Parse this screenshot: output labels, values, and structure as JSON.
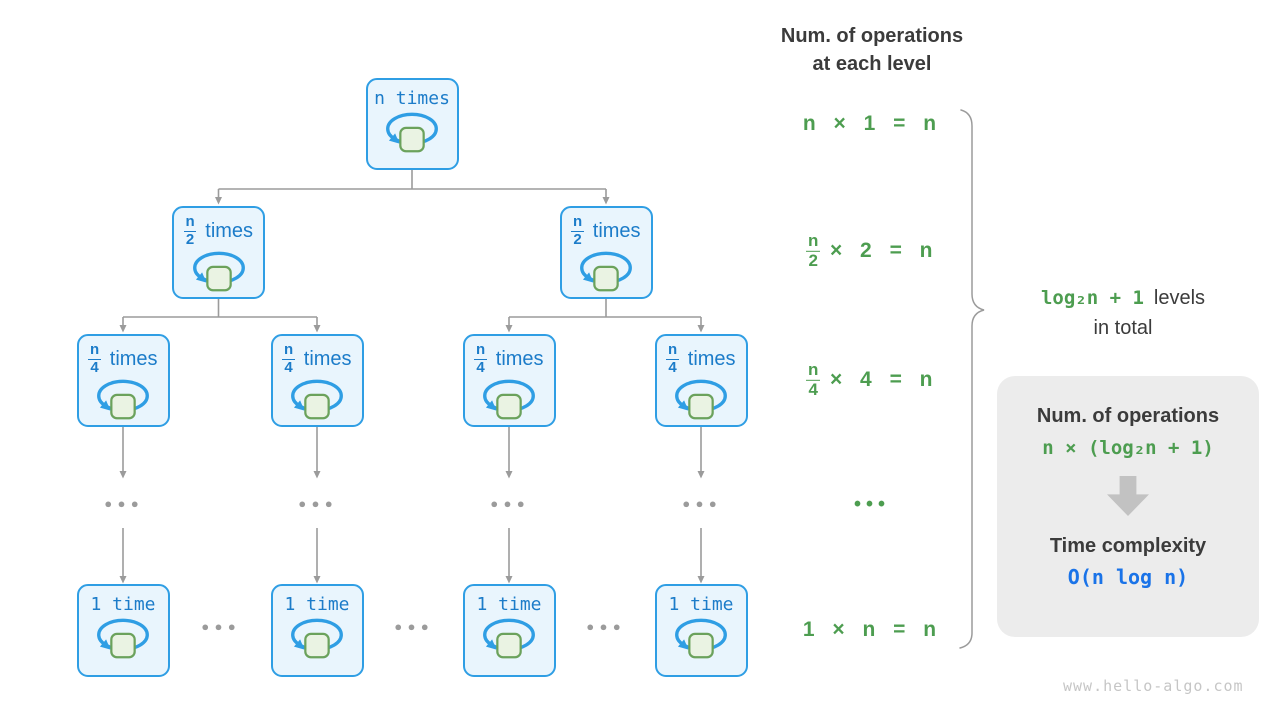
{
  "diagram": {
    "tree": {
      "level1": {
        "label": "n times"
      },
      "level2": {
        "num": "n",
        "den": "2",
        "word": "times"
      },
      "level3": {
        "num": "n",
        "den": "4",
        "word": "times"
      },
      "level4": {
        "label": "1 time"
      },
      "ellipsis": "•••"
    },
    "right_column": {
      "header_line1": "Num. of operations",
      "header_line2": "at each level",
      "row1": "n × 1 = n",
      "row2": {
        "num": "n",
        "den": "2",
        "rest": "× 2 = n"
      },
      "row3": {
        "num": "n",
        "den": "4",
        "rest": "× 4 = n"
      },
      "row4": "•••",
      "row5": "1 × n = n",
      "brace_green": "log₂n + 1",
      "brace_dark": "levels",
      "brace_line2": "in total"
    },
    "summary": {
      "title1": "Num. of operations",
      "formula1": "n × (log₂n + 1)",
      "title2": "Time complexity",
      "formula2": "O(n log n)"
    },
    "footer": "www.hello-algo.com",
    "colors": {
      "node_border_blue": "#2f9ee4",
      "node_fill_blue": "#e9f5fd",
      "node_text_blue": "#1c7cc9",
      "square_fill_green": "#eaf3e3",
      "square_border_green": "#6ba25c",
      "formula_green": "#4d9d50",
      "complexity_blue": "#1a73e8",
      "connector_gray": "#9b9b9b",
      "summary_box_gray": "#ececec"
    }
  }
}
